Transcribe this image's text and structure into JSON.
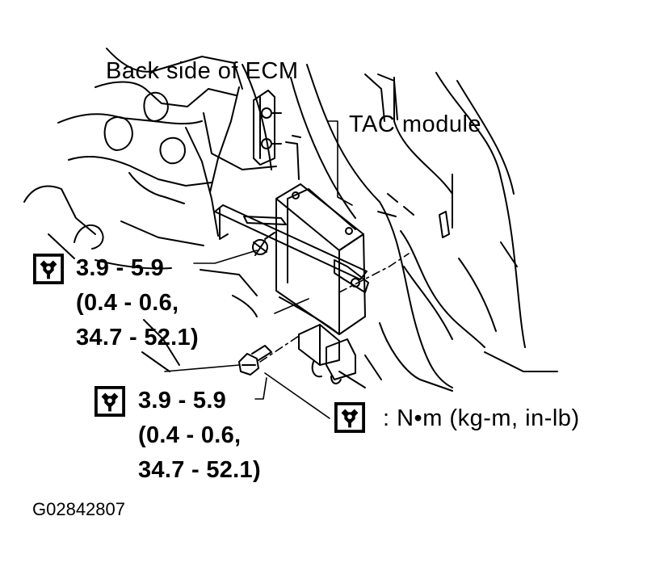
{
  "labels": {
    "ecm_back": "Back side of ECM",
    "tac_module": "TAC module",
    "torque1": {
      "line1": "3.9 - 5.9",
      "line2": "(0.4 - 0.6,",
      "line3": "34.7 - 52.1)"
    },
    "torque2": {
      "line1": "3.9 - 5.9",
      "line2": "(0.4 - 0.6,",
      "line3": "34.7 - 52.1)"
    },
    "legend_units": ": N•m (kg-m, in-lb)",
    "figure_id": "G02842807"
  },
  "icons": {
    "torque": "torque-wrench-icon"
  },
  "colors": {
    "ink": "#000000",
    "paper": "#ffffff"
  }
}
